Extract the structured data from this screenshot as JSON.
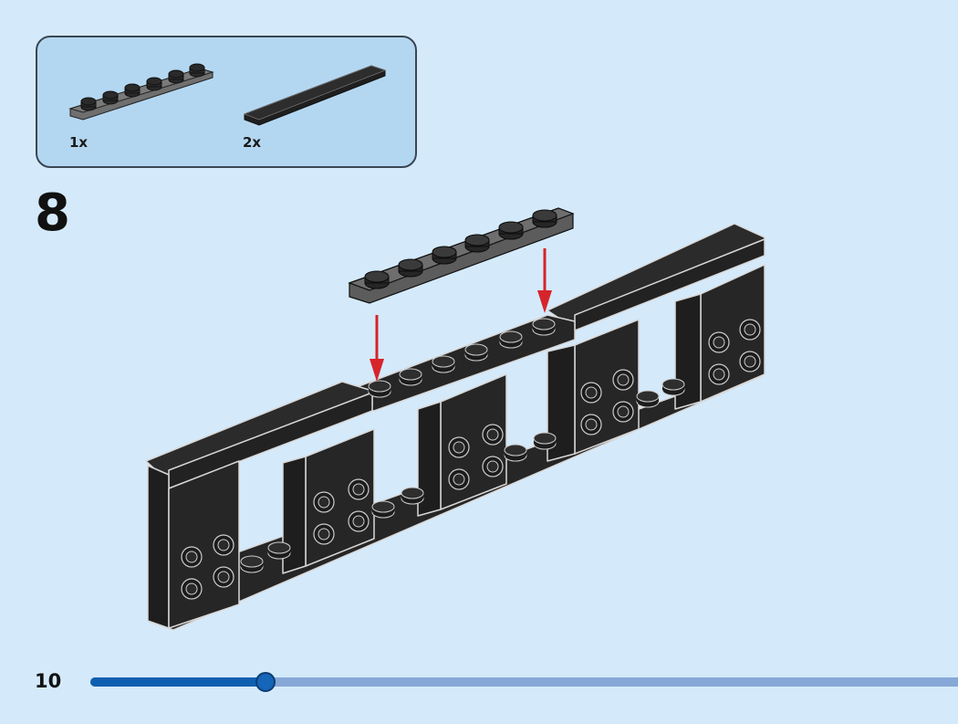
{
  "parts_list": {
    "items": [
      {
        "name": "plate-1x6",
        "color": "#6e6e6e",
        "quantity": "1x"
      },
      {
        "name": "tile-1x6",
        "color": "#2b2b2b",
        "quantity": "2x"
      }
    ]
  },
  "step": {
    "number": "8"
  },
  "footer": {
    "page_number": "10",
    "progress_percent": 20,
    "colors": {
      "fill": "#0f5fb0",
      "track": "#86a8d6"
    }
  },
  "colors": {
    "background": "#d4eafb",
    "arrow": "#d6242c",
    "brick": "#2b2b2b"
  }
}
